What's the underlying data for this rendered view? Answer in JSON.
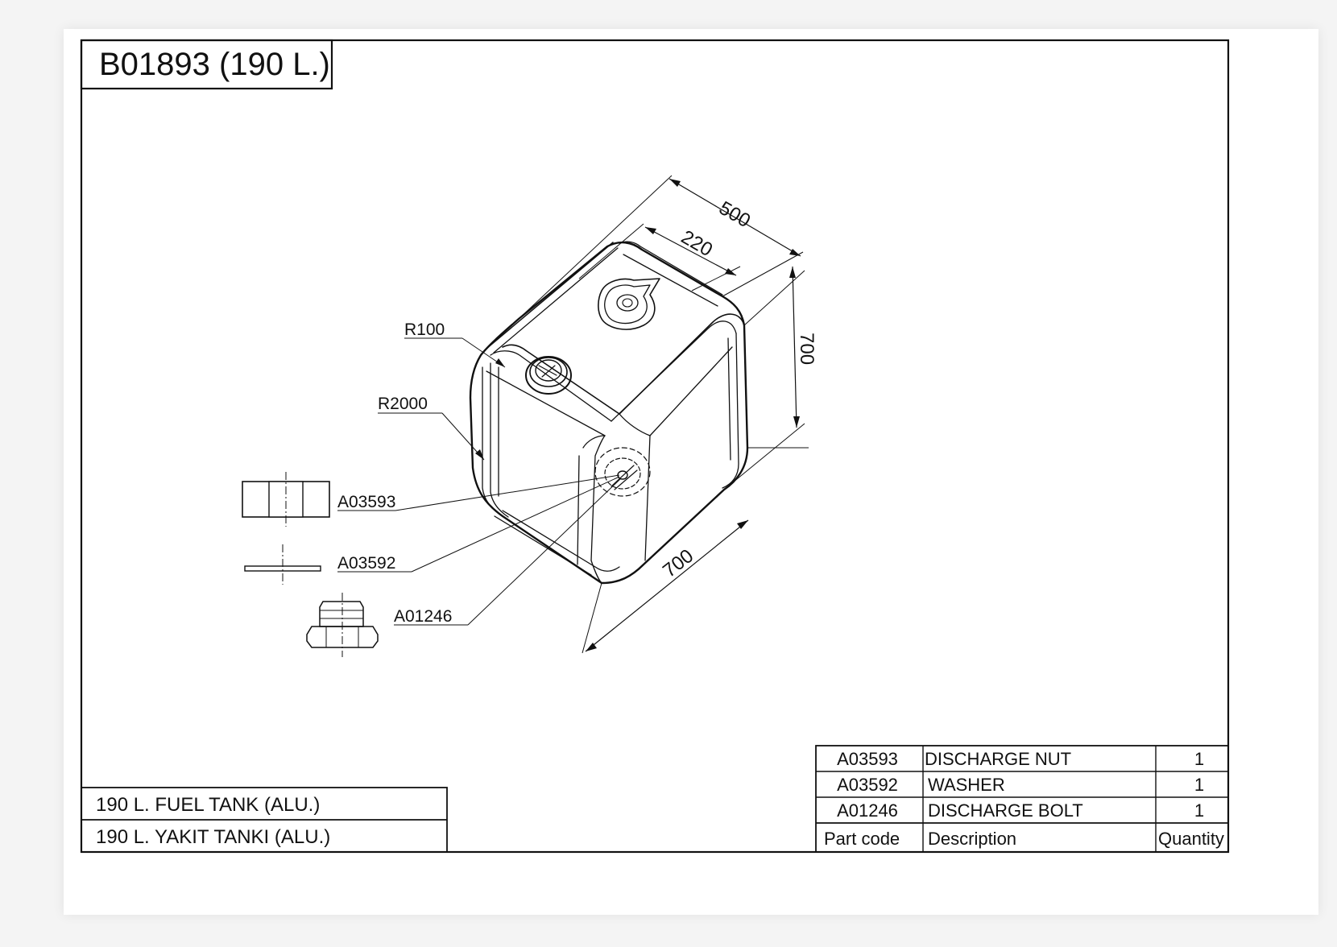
{
  "drawing": {
    "title": "B01893 (190 L.)",
    "dimensions": {
      "width_top": "500",
      "cap_offset": "220",
      "height": "700",
      "depth": "700"
    },
    "radii": {
      "r_small": "R100",
      "r_large": "R2000"
    },
    "callouts": {
      "nut": "A03593",
      "washer": "A03592",
      "bolt": "A01246"
    },
    "title_block": {
      "line_en": "190 L. FUEL TANK (ALU.)",
      "line_tr": "190 L. YAKIT TANKI (ALU.)"
    },
    "parts_list": {
      "headers": {
        "code": "Part code",
        "description": "Description",
        "quantity": "Quantity"
      },
      "rows": [
        {
          "code": "A03593",
          "description": "DISCHARGE NUT",
          "qty": "1"
        },
        {
          "code": "A03592",
          "description": "WASHER",
          "qty": "1"
        },
        {
          "code": "A01246",
          "description": "DISCHARGE BOLT",
          "qty": "1"
        }
      ]
    }
  }
}
